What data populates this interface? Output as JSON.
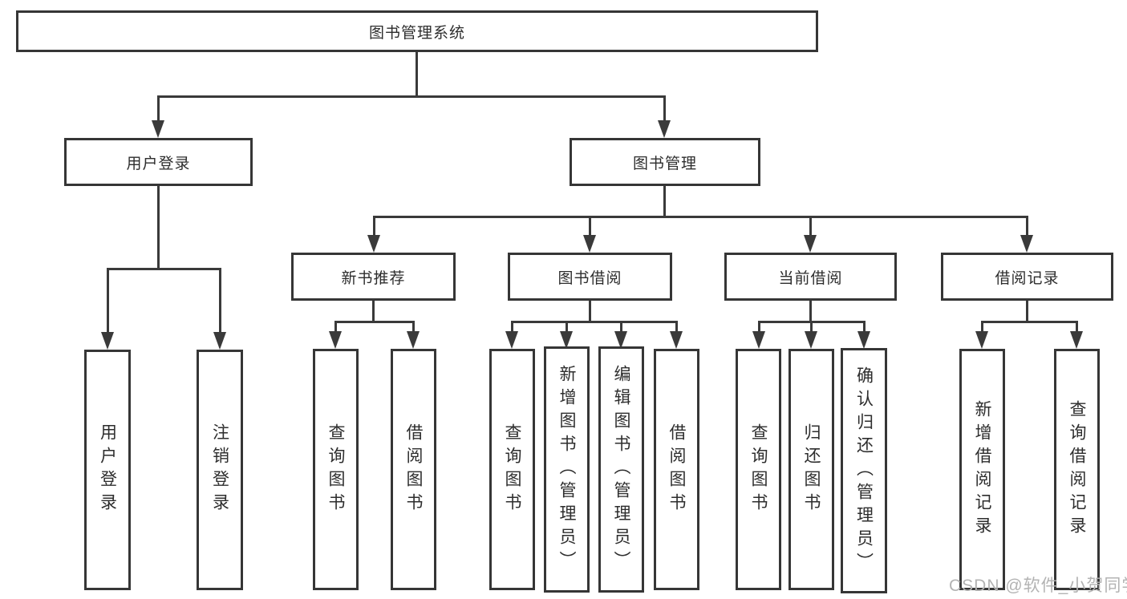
{
  "tree": {
    "label": "图书管理系统",
    "children": [
      {
        "label": "用户登录",
        "children": [
          {
            "label": "用户登录"
          },
          {
            "label": "注销登录"
          }
        ]
      },
      {
        "label": "图书管理",
        "children": [
          {
            "label": "新书推荐",
            "children": [
              {
                "label": "查询图书"
              },
              {
                "label": "借阅图书"
              }
            ]
          },
          {
            "label": "图书借阅",
            "children": [
              {
                "label": "查询图书"
              },
              {
                "label": "新增图书（管理员）"
              },
              {
                "label": "编辑图书（管理员）"
              },
              {
                "label": "借阅图书"
              }
            ]
          },
          {
            "label": "当前借阅",
            "children": [
              {
                "label": "查询图书"
              },
              {
                "label": "归还图书"
              },
              {
                "label": "确认归还（管理员）"
              }
            ]
          },
          {
            "label": "借阅记录",
            "children": [
              {
                "label": "新增借阅记录"
              },
              {
                "label": "查询借阅记录"
              }
            ]
          }
        ]
      }
    ]
  },
  "watermark": "CSDN @软件_小贺同学",
  "colors": {
    "line": "#3a3a3a",
    "box_border": "#363636",
    "text": "#2d2d2d",
    "watermark": "#b3b3b3",
    "background": "#ffffff"
  }
}
